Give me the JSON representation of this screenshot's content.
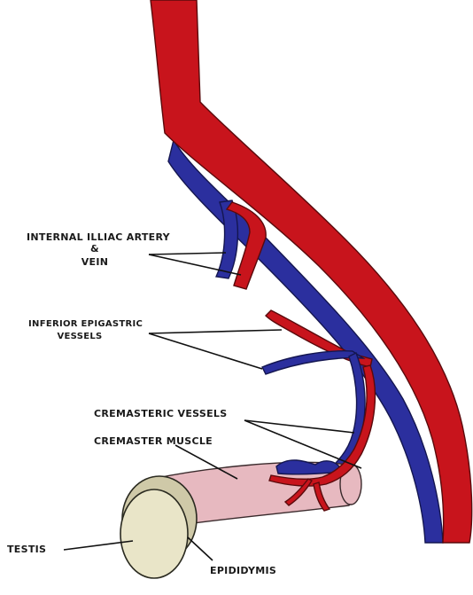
{
  "labels": {
    "internal_iliac_line1": "INTERNAL ILLIAC ARTERY",
    "internal_iliac_line2": "&",
    "internal_iliac_line3": "VEIN",
    "inferior_epigastric_line1": "INFERIOR EPIGASTRIC",
    "inferior_epigastric_line2": "VESSELS",
    "cremasteric_vessels": "CREMASTERIC VESSELS",
    "cremaster_muscle": "CREMASTER MUSCLE",
    "testis": "TESTIS",
    "epididymis": "EPIDIDYMIS"
  },
  "colors": {
    "artery": "#c8141c",
    "artery_outline": "#5a0a0c",
    "vein": "#2b2f9e",
    "vein_outline": "#141650",
    "muscle": "#e7b9c0",
    "muscle_outline": "#3a2a2c",
    "testis": "#e9e5c8",
    "epididymis": "#cfc9a8",
    "leader": "#111111"
  }
}
